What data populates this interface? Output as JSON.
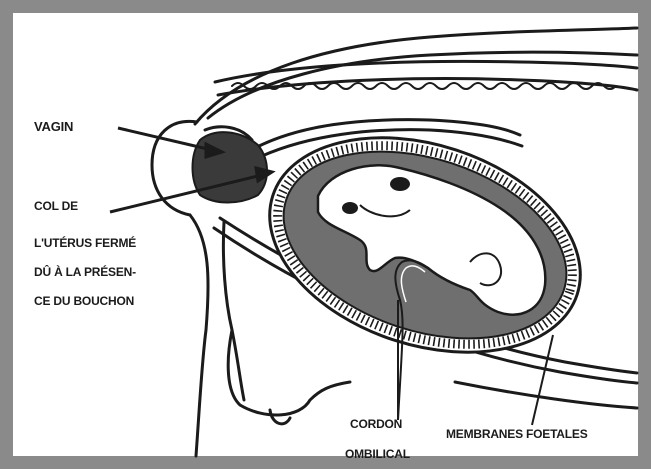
{
  "diagram": {
    "colors": {
      "frame": "#8a8a8a",
      "ink": "#1b1b1b",
      "fluid": "#6f6f6f",
      "vagin_fill": "#3a3a3a",
      "background": "#ffffff"
    },
    "labels": {
      "vagin": "Vagin",
      "col_line1": "Col de",
      "col_line2": "l'utérus fermé",
      "col_line3": "dû à la présen-",
      "col_line4": "ce du bouchon",
      "cordon_line1": "Cordon",
      "cordon_line2": "ombilical",
      "membranes": "Membranes foetales"
    }
  }
}
